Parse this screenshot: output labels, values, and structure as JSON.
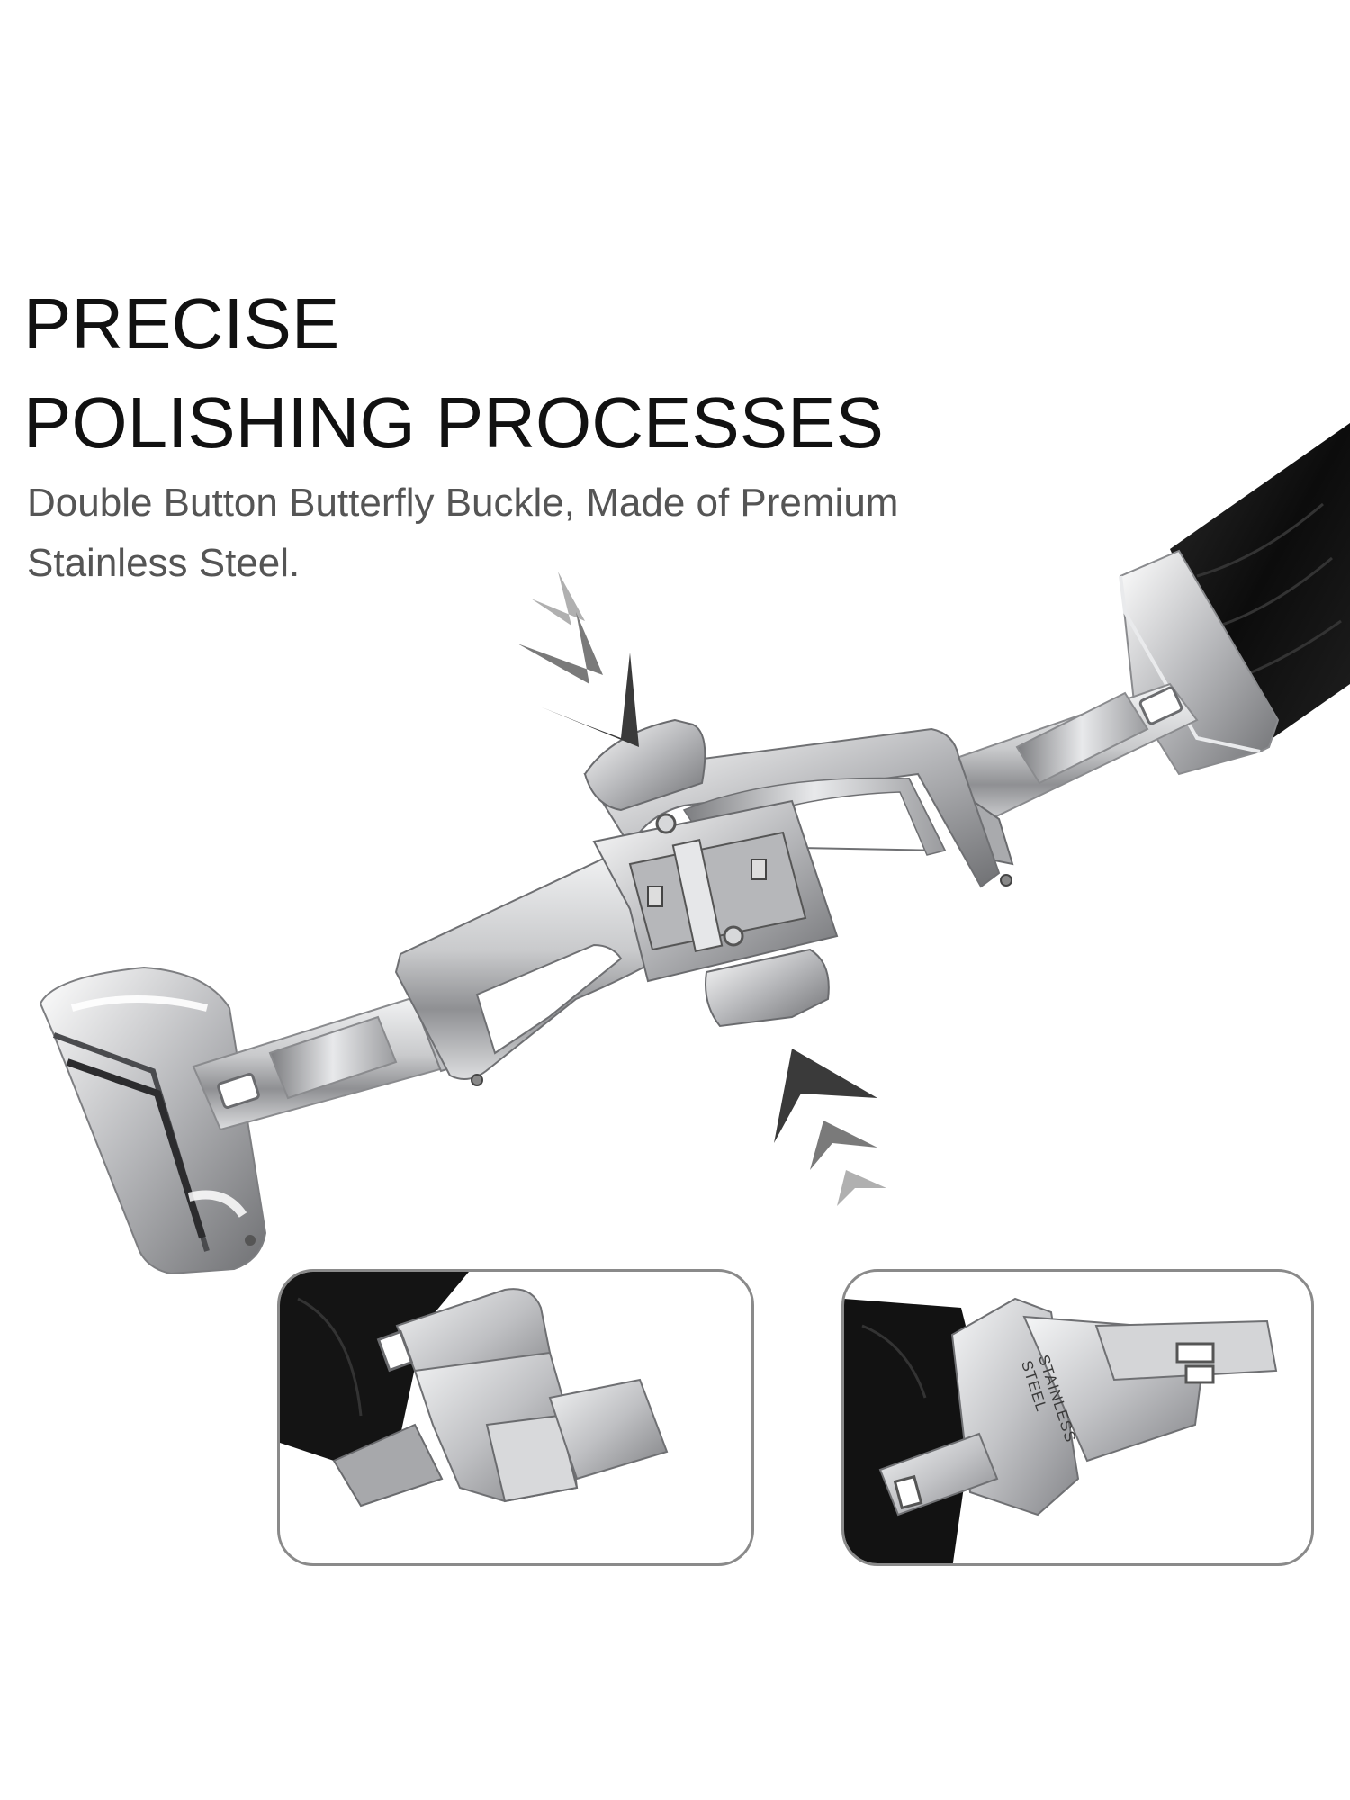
{
  "headline": {
    "line1": "PRECISE",
    "line2": "POLISHING PROCESSES"
  },
  "subtitle": {
    "line1": "Double Button Butterfly Buckle, Made of Premium",
    "line2": "Stainless Steel."
  },
  "engraving": {
    "line1": "STAINLESS",
    "line2": "STEEL"
  },
  "colors": {
    "arrow_dark": "#3a3a3a",
    "arrow_mid": "#7a7a7a",
    "arrow_light": "#b0b0b0",
    "steel": "#c8c9cb",
    "leather": "#111111",
    "panel_border": "#8a8a8a"
  },
  "icons": {
    "press_arrows_top": "chevron-down-right-icon",
    "press_arrows_bottom": "chevron-up-left-icon"
  }
}
